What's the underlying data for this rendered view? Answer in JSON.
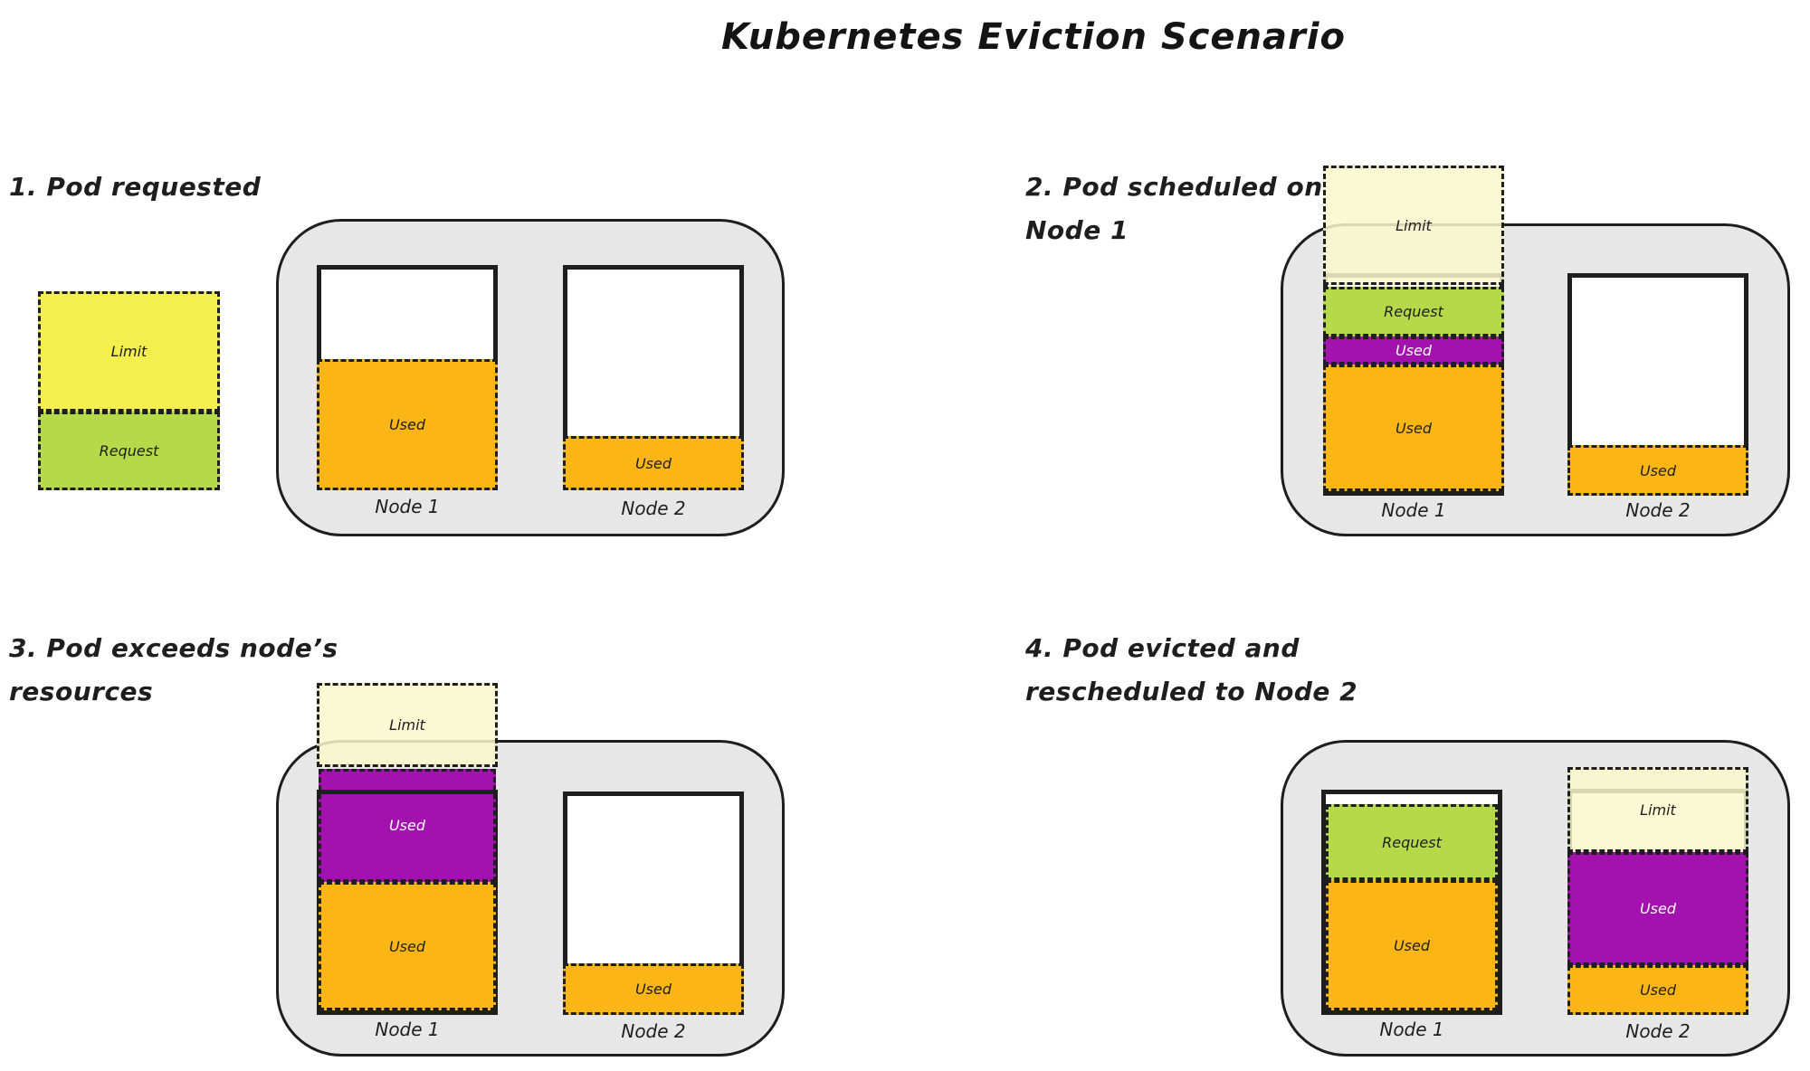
{
  "title": "Kubernetes Eviction Scenario",
  "labels": {
    "limit": "Limit",
    "request": "Request",
    "used": "Used",
    "node1": "Node 1",
    "node2": "Node 2"
  },
  "panels": {
    "p1": {
      "heading": "1. Pod requested"
    },
    "p2": {
      "heading_line1": "2. Pod scheduled on",
      "heading_line2": "Node 1"
    },
    "p3": {
      "heading_line1": "3. Pod exceeds node’s",
      "heading_line2": "resources"
    },
    "p4": {
      "heading_line1": "4. Pod evicted and",
      "heading_line2": "rescheduled to Node 2"
    }
  },
  "colors": {
    "limit_yellow": "#f3ef4e",
    "request_green": "#b6d94a",
    "used_orange": "#fbb615",
    "used_purple": "#a312ae",
    "limit_cream": "#faf7cd",
    "cluster_gray": "#e7e7e7",
    "ink": "#1e1e1e"
  }
}
